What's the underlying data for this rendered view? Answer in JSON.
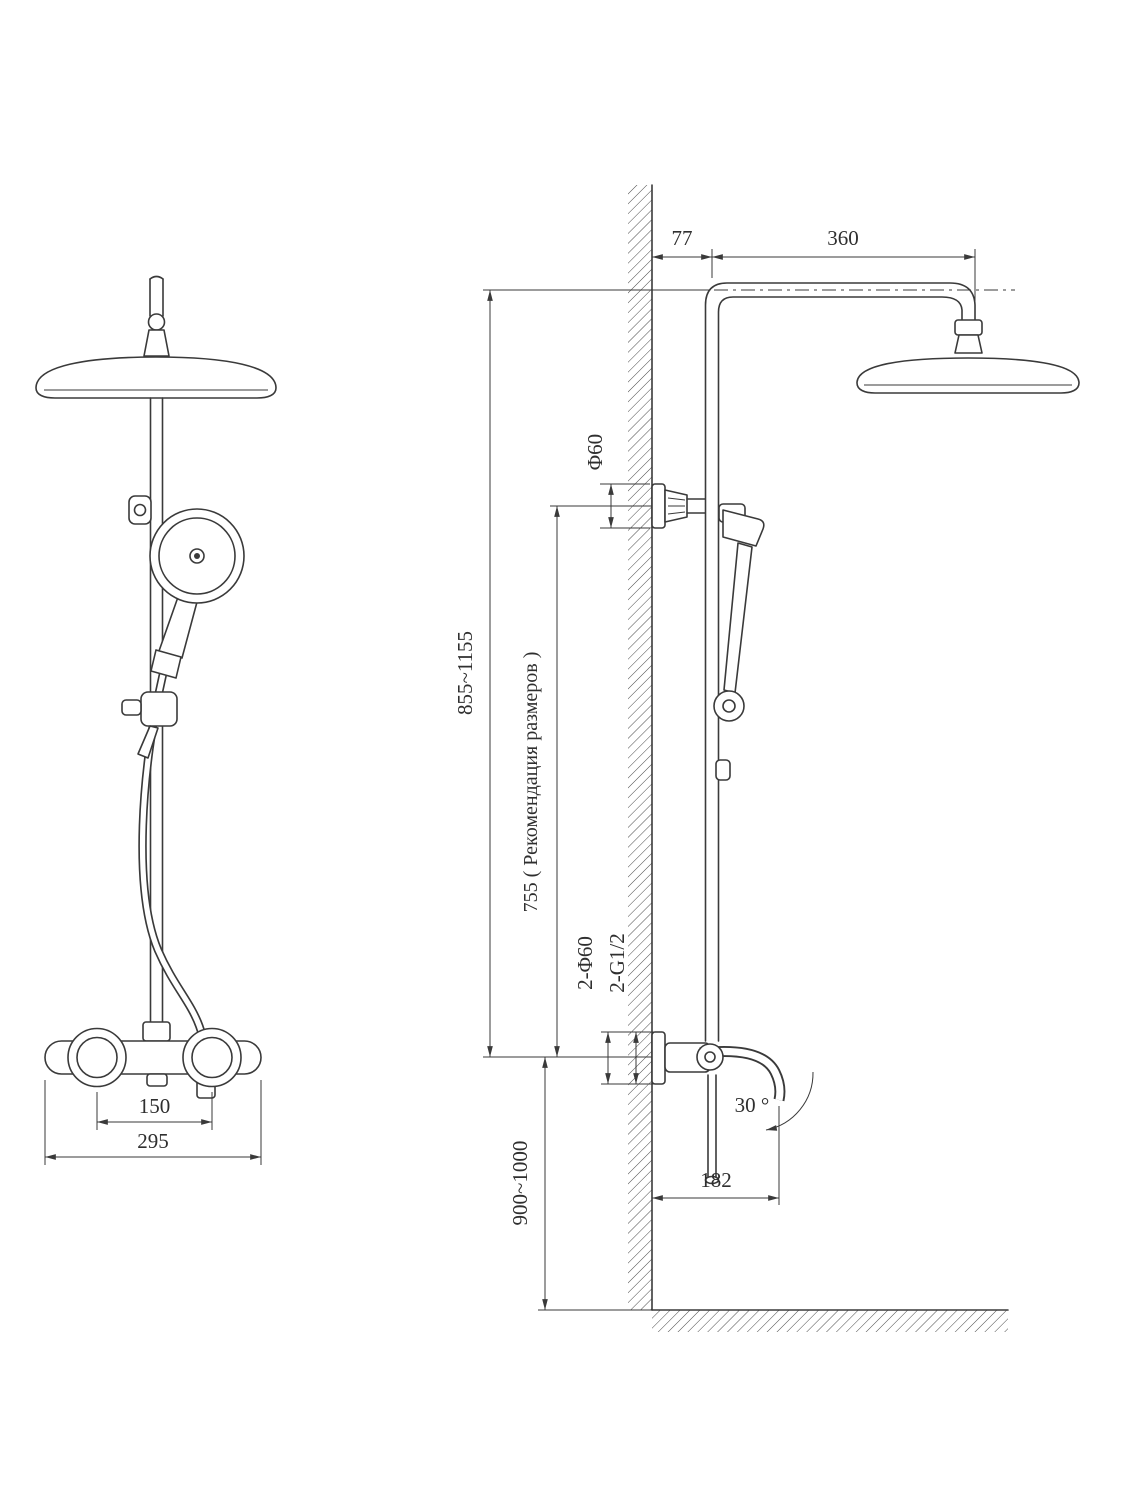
{
  "drawing": {
    "background": "#ffffff",
    "line_color": "#3a3a3a",
    "front_view": {
      "dims": {
        "handle_spacing": "150",
        "overall_width": "295"
      }
    },
    "side_view": {
      "dims": {
        "wall_to_pipe": "77",
        "arm_reach": "360",
        "escutcheon_diameter": "Φ60",
        "column_height_range": "855~1155",
        "recommended_height": "755 ( Рекомендация размеров )",
        "inlet_escutcheons": "2-Φ60",
        "inlet_thread": "2-G1/2",
        "spout_angle": "30 °",
        "spout_reach": "182",
        "mixer_mount_height_range": "900~1000"
      }
    }
  }
}
